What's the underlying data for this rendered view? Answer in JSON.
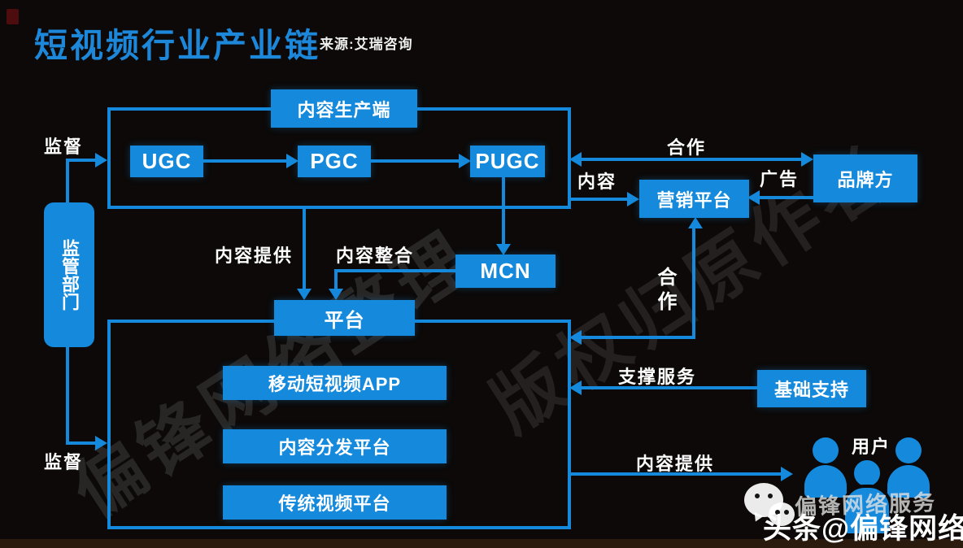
{
  "colors": {
    "accent": "#1589db",
    "background": "#0c0908",
    "footer_strip": "#2a1b0e",
    "title_blue": "#1d87da"
  },
  "header": {
    "title": "短视频行业产业链",
    "source": "来源:艾瑞咨询"
  },
  "nodes": {
    "content_production": "内容生产端",
    "ugc": "UGC",
    "pgc": "PGC",
    "pugc": "PUGC",
    "regulator": "监管部门",
    "mcn": "MCN",
    "platform": "平台",
    "mobile_app": "移动短视频APP",
    "distribution": "内容分发平台",
    "traditional": "传统视频平台",
    "marketing": "营销平台",
    "brand": "品牌方",
    "basic_support": "基础支持",
    "users": "用户"
  },
  "edges": {
    "supervise_top": "监督",
    "supervise_bottom": "监督",
    "cooperate_top": "合作",
    "content": "内容",
    "ad": "广告",
    "content_supply_mid": "内容提供",
    "content_integration": "内容整合",
    "cooperate_right": "合作",
    "support_service": "支撑服务",
    "content_supply_bottom": "内容提供"
  },
  "watermarks": {
    "diagonal_1": "偏锋网络整理",
    "diagonal_2": "版权归原作者",
    "wechat_name": "偏锋网络服务",
    "footer_credit": "头条@偏锋网络"
  },
  "icons": {
    "wechat": "wechat-chat-bubbles",
    "users_group": "three-person-group"
  }
}
